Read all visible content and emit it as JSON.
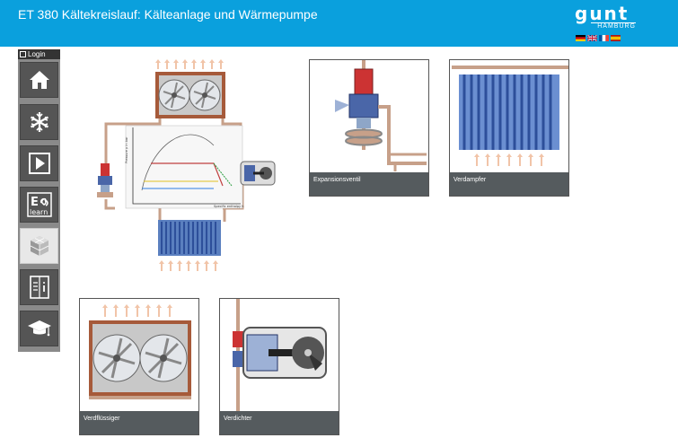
{
  "header": {
    "title": "ET 380 Kältekreislauf: Kälteanlage und Wärmepumpe",
    "logo_word": "gunt",
    "logo_sub": "HAMBURG"
  },
  "languages": [
    "de",
    "en",
    "fr",
    "es"
  ],
  "sidebar": {
    "login_label": "Login",
    "items": [
      {
        "icon": "home-icon"
      },
      {
        "icon": "snowflake-icon"
      },
      {
        "icon": "play-icon"
      },
      {
        "icon": "elearn-icon",
        "text": "learn"
      },
      {
        "icon": "cubes-icon"
      },
      {
        "icon": "info-book-icon"
      },
      {
        "icon": "graduation-cap-icon"
      }
    ]
  },
  "diagram": {
    "y_axis_label": "Pressure p in bar",
    "x_axis_label": "Specific enthalpy h"
  },
  "cards": [
    {
      "label": "Expansionsventil"
    },
    {
      "label": "Verdampfer"
    },
    {
      "label": "Verdflüssiger"
    },
    {
      "label": "Verdichter"
    }
  ],
  "colors": {
    "header": "#0aa0dd",
    "sidebar": "#8a8a8a",
    "nav_button": "#555555",
    "card_label": "#555b5e"
  }
}
